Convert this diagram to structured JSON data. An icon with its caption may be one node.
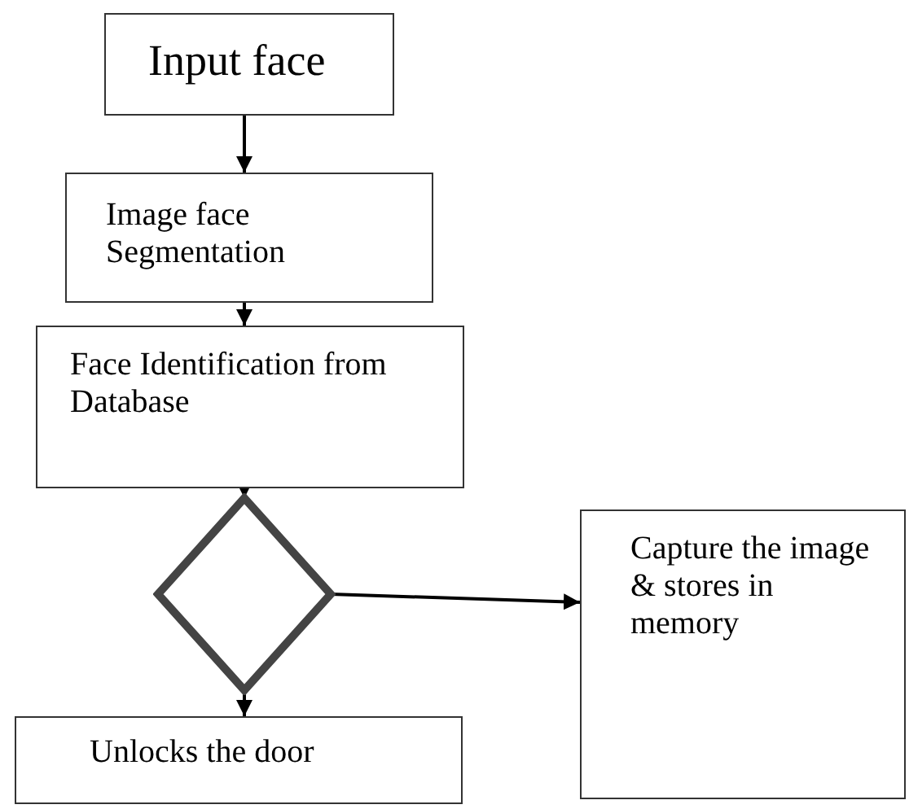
{
  "diagram": {
    "nodes": [
      {
        "text": [
          "Input face"
        ]
      },
      {
        "text": [
          "Image face Segmentation"
        ]
      },
      {
        "text": [
          "Face Identification from Database"
        ]
      },
      {
        "text": [],
        "shape": "diamond"
      },
      {
        "text": [
          "Capture the image & stores in memory"
        ]
      },
      {
        "text": [
          "Unlocks the door"
        ]
      }
    ],
    "edges": [
      {
        "from": 0,
        "to": 1,
        "arrow": "to"
      },
      {
        "from": 1,
        "to": 2,
        "arrow": "to"
      },
      {
        "from": 2,
        "to": 3,
        "arrow": "to"
      },
      {
        "from": 3,
        "to": 4,
        "arrow": "to"
      },
      {
        "from": 3,
        "to": 5,
        "arrow": "to"
      }
    ]
  }
}
